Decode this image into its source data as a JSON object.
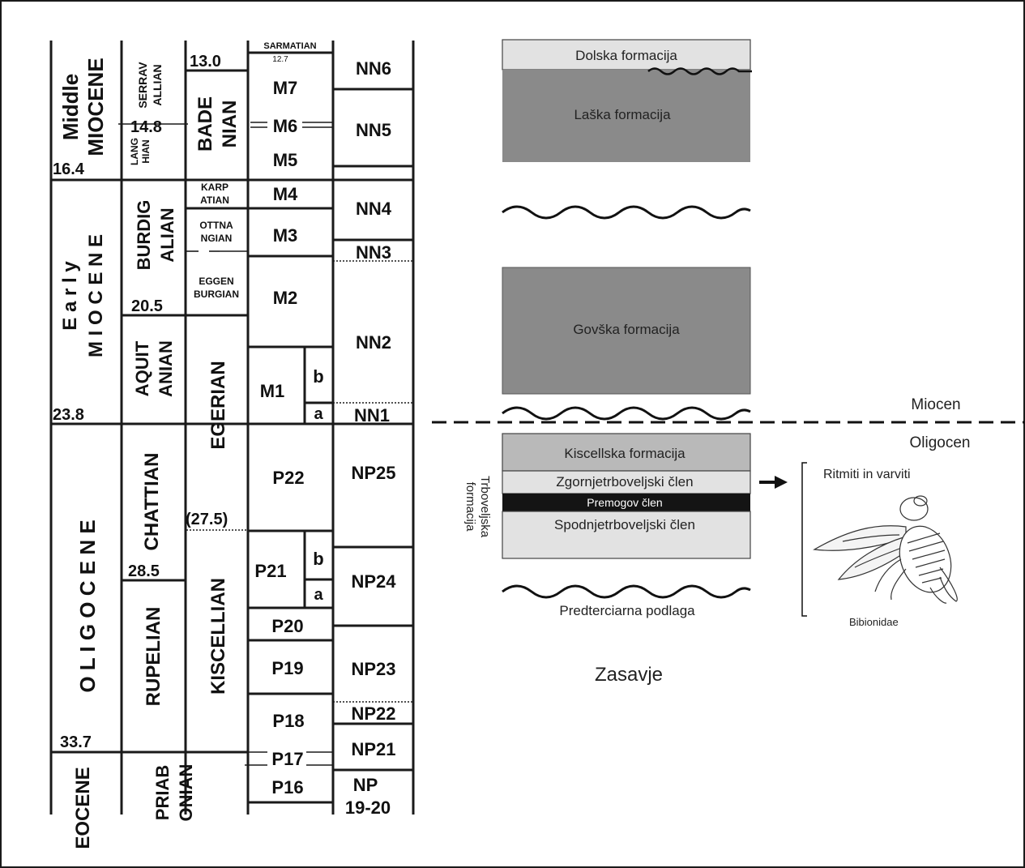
{
  "ages": {
    "middle_miocene": [
      "Middle",
      "MIOCENE"
    ],
    "early_miocene": [
      "E a r l y",
      "M I O C E N E"
    ],
    "oligocene": "O L I G O C E N E",
    "eocene": "EOCENE",
    "age_164": "16.4",
    "age_238": "23.8",
    "age_337": "33.7"
  },
  "stages": {
    "serravallian": [
      "SERRAV",
      "ALLIAN"
    ],
    "langhian": [
      "LANG",
      "HIAN"
    ],
    "burdigalian": [
      "BURDIG",
      "ALIAN"
    ],
    "aquitanian": [
      "AQUIT",
      "ANIAN"
    ],
    "chattian": "CHATTIAN",
    "rupelian": "RUPELIAN",
    "priabonian": [
      "PRIAB",
      "ONIAN"
    ],
    "age_148": "14.8",
    "age_205": "20.5",
    "age_285": "28.5"
  },
  "regional": {
    "age_130": "13.0",
    "badenian": [
      "BADE",
      "NIAN"
    ],
    "karpatian": [
      "KARP",
      "ATIAN"
    ],
    "ottnangian": [
      "OTTNA",
      "NGIAN"
    ],
    "eggenburgian": [
      "EGGEN",
      "BURGIAN"
    ],
    "egerian": "EGERIAN",
    "age_275": "(27.5)",
    "kiscellian": "KISCELLIAN",
    "sarmatian": "SARMATIAN",
    "age_127": "12.7"
  },
  "foram_zones": {
    "m7": "M7",
    "m6": "M6",
    "m5": "M5",
    "m4": "M4",
    "m3": "M3",
    "m2": "M2",
    "m1": "M1",
    "m1b": "b",
    "m1a": "a",
    "p22": "P22",
    "p21": "P21",
    "p21b": "b",
    "p21a": "a",
    "p20": "P20",
    "p19": "P19",
    "p18": "P18",
    "p17": "P17",
    "p16": "P16"
  },
  "nanno_zones": {
    "nn6": "NN6",
    "nn5": "NN5",
    "nn4": "NN4",
    "nn3": "NN3",
    "nn2": "NN2",
    "nn1": "NN1",
    "np25": "NP25",
    "np24": "NP24",
    "np23": "NP23",
    "np22": "NP22",
    "np21": "NP21",
    "np1920": [
      "NP",
      "19-20"
    ]
  },
  "column": {
    "dolska": "Dolska formacija",
    "laska": "Laška formacija",
    "govska": "Govška formacija",
    "kiscellska": "Kiscellska formacija",
    "zgornje": "Zgornjetrboveljski člen",
    "premog": "Premogov člen",
    "spodnje": "Spodnjetrboveljski člen",
    "predterciarna": "Predterciarna podlaga",
    "trbovlje": [
      "Trboveljska",
      "formacija"
    ],
    "miocen": "Miocen",
    "oligocen": "Oligocen",
    "region": "Zasavje",
    "ritmiti": "Ritmiti in varviti",
    "bibionidae": "Bibionidae"
  },
  "colors": {
    "dark_gray": "#8a8a8a",
    "mid_gray": "#b9b9b9",
    "light_gray": "#e2e2e2",
    "coal_black": "#141414",
    "line": "#1a1a1a"
  }
}
